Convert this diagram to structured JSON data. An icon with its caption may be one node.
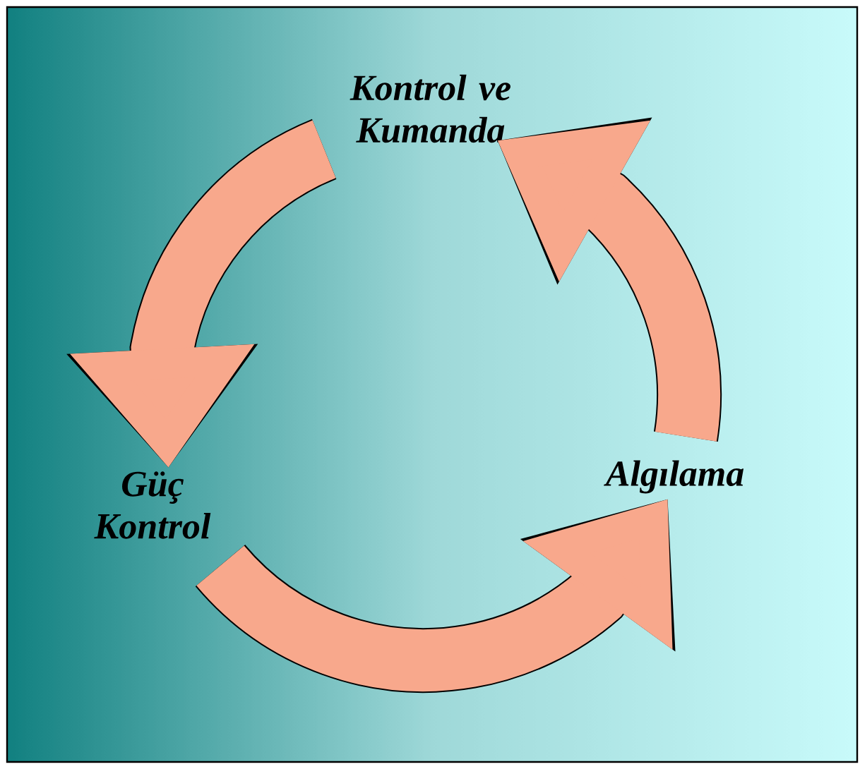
{
  "diagram": {
    "nodes": [
      {
        "text": [
          "Kontrol ve Kumanda"
        ]
      },
      {
        "text": [
          "Algılama"
        ]
      },
      {
        "text": [
          "Güç Kontrol"
        ]
      }
    ],
    "edges": [
      {
        "from": 0,
        "to": 2,
        "arrow": "to"
      },
      {
        "from": 2,
        "to": 1,
        "arrow": "to"
      },
      {
        "from": 1,
        "to": 0,
        "arrow": "to"
      }
    ]
  }
}
